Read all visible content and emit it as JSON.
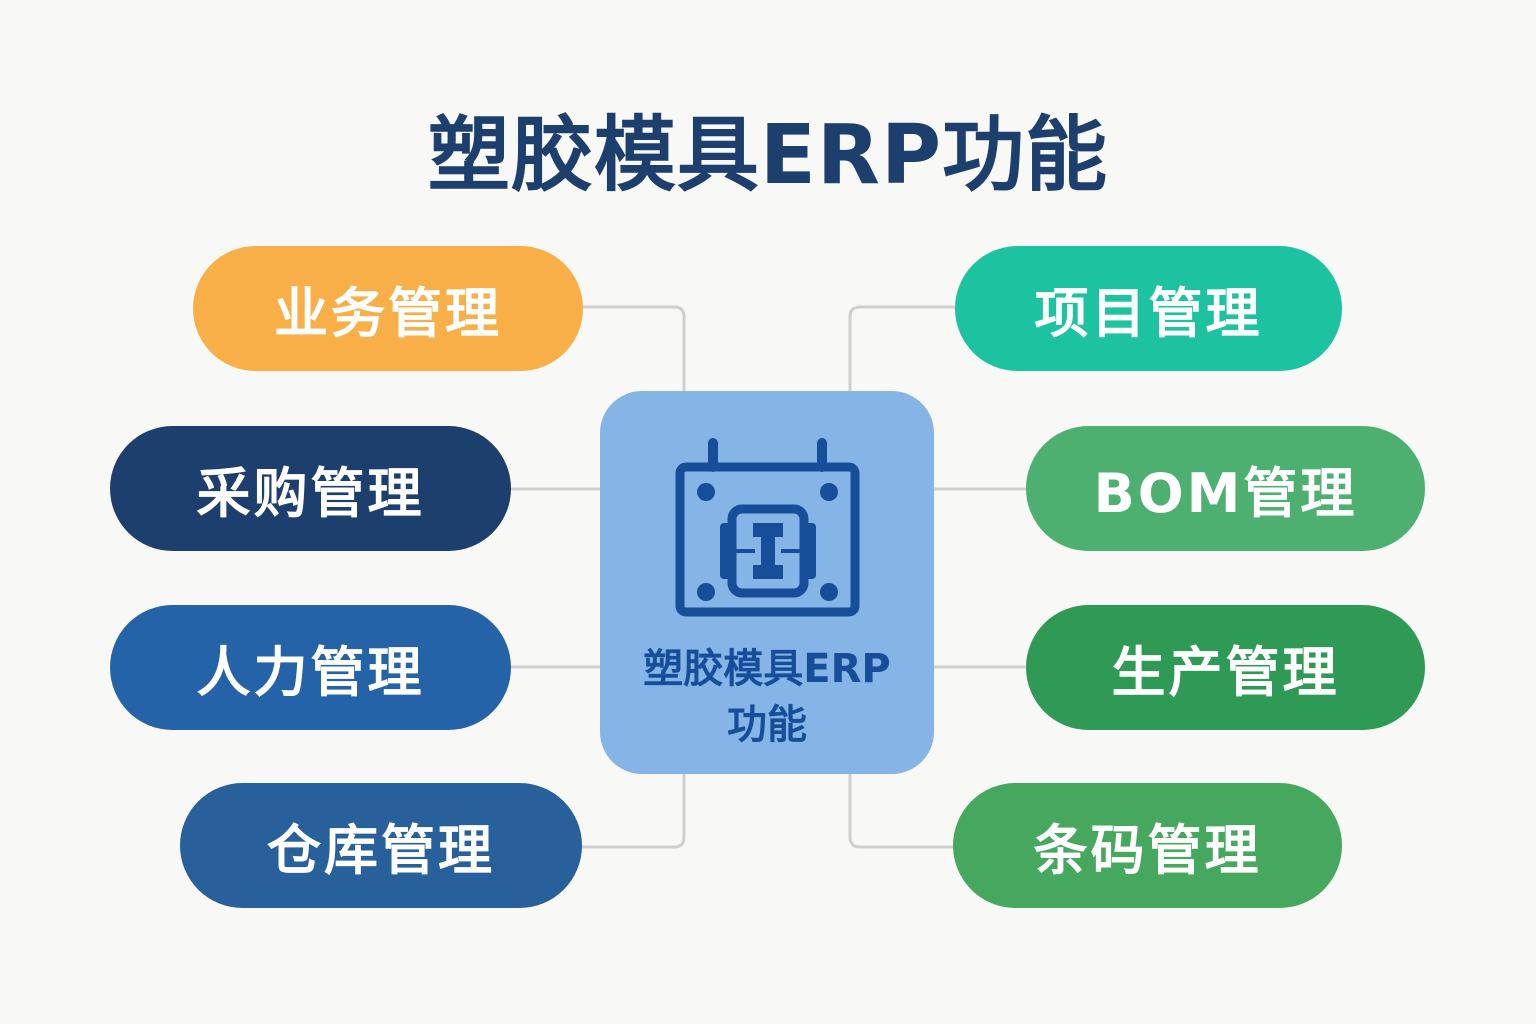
{
  "title": "塑胶模具ERP功能",
  "center": {
    "line1": "塑胶模具ERP",
    "line2": "功能",
    "icon": "mold-icon",
    "color": "#85B4E6"
  },
  "modules": {
    "left": [
      {
        "label": "业务管理",
        "color": "#F8AF48"
      },
      {
        "label": "采购管理",
        "color": "#1C3F6E"
      },
      {
        "label": "人力管理",
        "color": "#2563A8"
      },
      {
        "label": "仓库管理",
        "color": "#28609C"
      }
    ],
    "right": [
      {
        "label": "项目管理",
        "color": "#1DC3A0"
      },
      {
        "label": "BOM管理",
        "color": "#4DB070"
      },
      {
        "label": "生产管理",
        "color": "#2F9A55"
      },
      {
        "label": "条码管理",
        "color": "#45A85E"
      }
    ]
  }
}
